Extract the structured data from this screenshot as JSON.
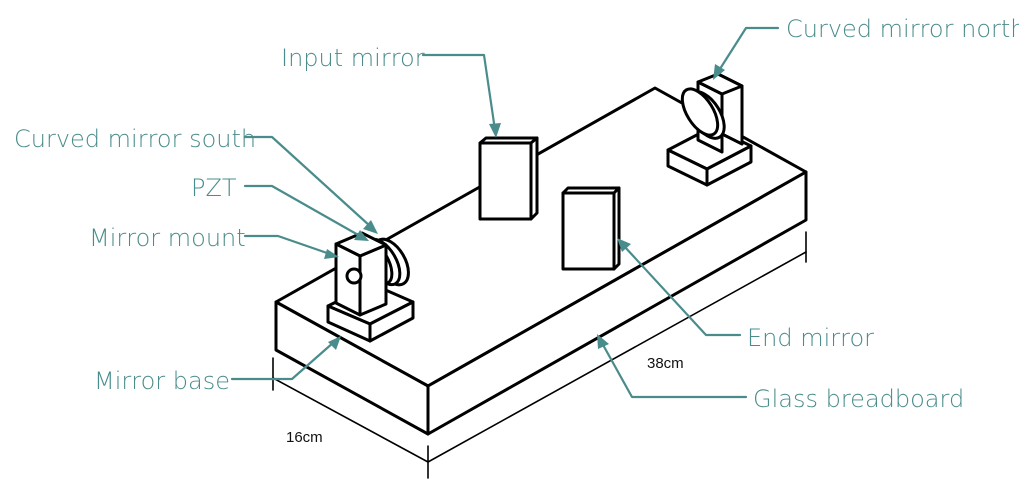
{
  "labels": {
    "input_mirror": "Input mirror",
    "curved_mirror_north": "Curved mirror north",
    "curved_mirror_south": "Curved mirror south",
    "pzt": "PZT",
    "mirror_mount": "Mirror mount",
    "mirror_base": "Mirror base",
    "end_mirror": "End mirror",
    "glass_breadboard": "Glass breadboard"
  },
  "dimensions": {
    "length": "38cm",
    "width": "16cm"
  },
  "colors": {
    "label": "#4a8c8c",
    "ink": "#000000"
  }
}
